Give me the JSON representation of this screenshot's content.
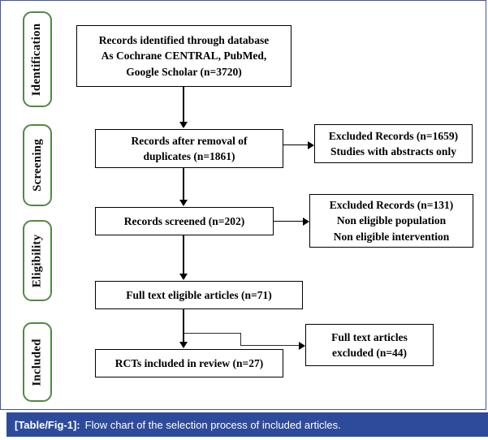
{
  "figure": {
    "frame_color": "#3a56a5",
    "stage_border_color": "#4f8a42",
    "caption_bg": "#2e4b9b"
  },
  "stages": [
    {
      "label": "Identification"
    },
    {
      "label": "Screening"
    },
    {
      "label": "Eligibility"
    },
    {
      "label": "Included"
    }
  ],
  "boxes": {
    "identified": {
      "lines": [
        "Records identified through database",
        "As Cochrane CENTRAL, PubMed,",
        "Google Scholar (n=3720)"
      ]
    },
    "after_duplicates": {
      "lines": [
        "Records after removal of",
        "duplicates (n=1861)"
      ]
    },
    "excluded_1": {
      "lines": [
        "Excluded Records (n=1659)",
        "Studies with abstracts only"
      ]
    },
    "screened": {
      "lines": [
        "Records screened (n=202)"
      ]
    },
    "excluded_2": {
      "lines": [
        "Excluded Records (n=131)",
        "Non eligible population",
        "Non eligible intervention"
      ]
    },
    "full_text_eligible": {
      "lines": [
        "Full text eligible articles (n=71)"
      ]
    },
    "rcts_included": {
      "lines": [
        "RCTs included in review (n=27)"
      ]
    },
    "full_text_excluded": {
      "lines": [
        "Full text articles",
        "excluded (n=44)"
      ]
    }
  },
  "caption": {
    "tag": "[Table/Fig-1]:",
    "text": "Flow chart of the selection process of included articles."
  }
}
